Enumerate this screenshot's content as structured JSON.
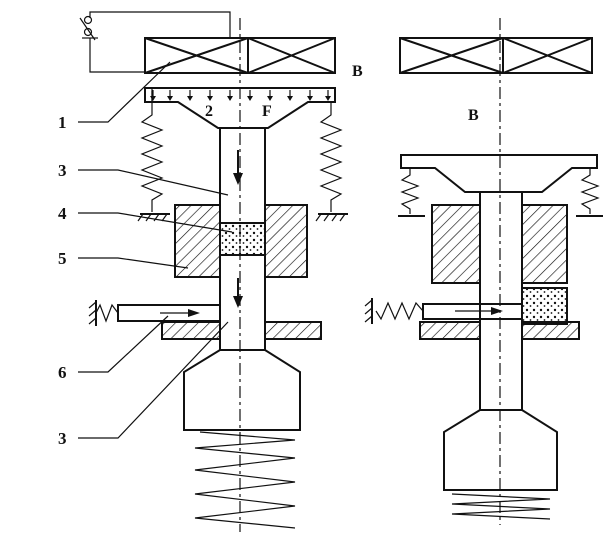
{
  "labels": {
    "left_callouts": [
      "1",
      "3",
      "4",
      "5",
      "6",
      "3"
    ],
    "label_2": "2",
    "label_F": "F",
    "label_B_left": "B",
    "label_B_right": "B"
  },
  "colors": {
    "ink": "#111111",
    "paper": "#ffffff"
  }
}
